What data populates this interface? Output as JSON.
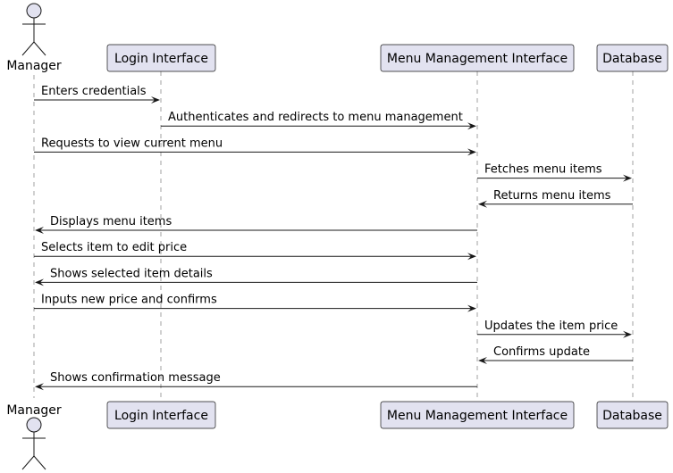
{
  "participants": [
    {
      "id": "manager",
      "label": "Manager",
      "kind": "actor"
    },
    {
      "id": "login",
      "label": "Login Interface",
      "kind": "participant"
    },
    {
      "id": "menu",
      "label": "Menu Management Interface",
      "kind": "participant"
    },
    {
      "id": "db",
      "label": "Database",
      "kind": "participant"
    }
  ],
  "messages": [
    {
      "from": "manager",
      "to": "login",
      "text": "Enters credentials"
    },
    {
      "from": "login",
      "to": "menu",
      "text": "Authenticates and redirects to menu management"
    },
    {
      "from": "manager",
      "to": "menu",
      "text": "Requests to view current menu"
    },
    {
      "from": "menu",
      "to": "db",
      "text": "Fetches menu items"
    },
    {
      "from": "db",
      "to": "menu",
      "text": "Returns menu items"
    },
    {
      "from": "menu",
      "to": "manager",
      "text": "Displays menu items"
    },
    {
      "from": "manager",
      "to": "menu",
      "text": "Selects item to edit price"
    },
    {
      "from": "menu",
      "to": "manager",
      "text": "Shows selected item details"
    },
    {
      "from": "manager",
      "to": "menu",
      "text": "Inputs new price and confirms"
    },
    {
      "from": "menu",
      "to": "db",
      "text": "Updates the item price"
    },
    {
      "from": "db",
      "to": "menu",
      "text": "Confirms update"
    },
    {
      "from": "menu",
      "to": "manager",
      "text": "Shows confirmation message"
    }
  ],
  "colors": {
    "participant_fill": "#E2E2F0",
    "stroke": "#181818",
    "lifeline": "#A0A0A0"
  }
}
